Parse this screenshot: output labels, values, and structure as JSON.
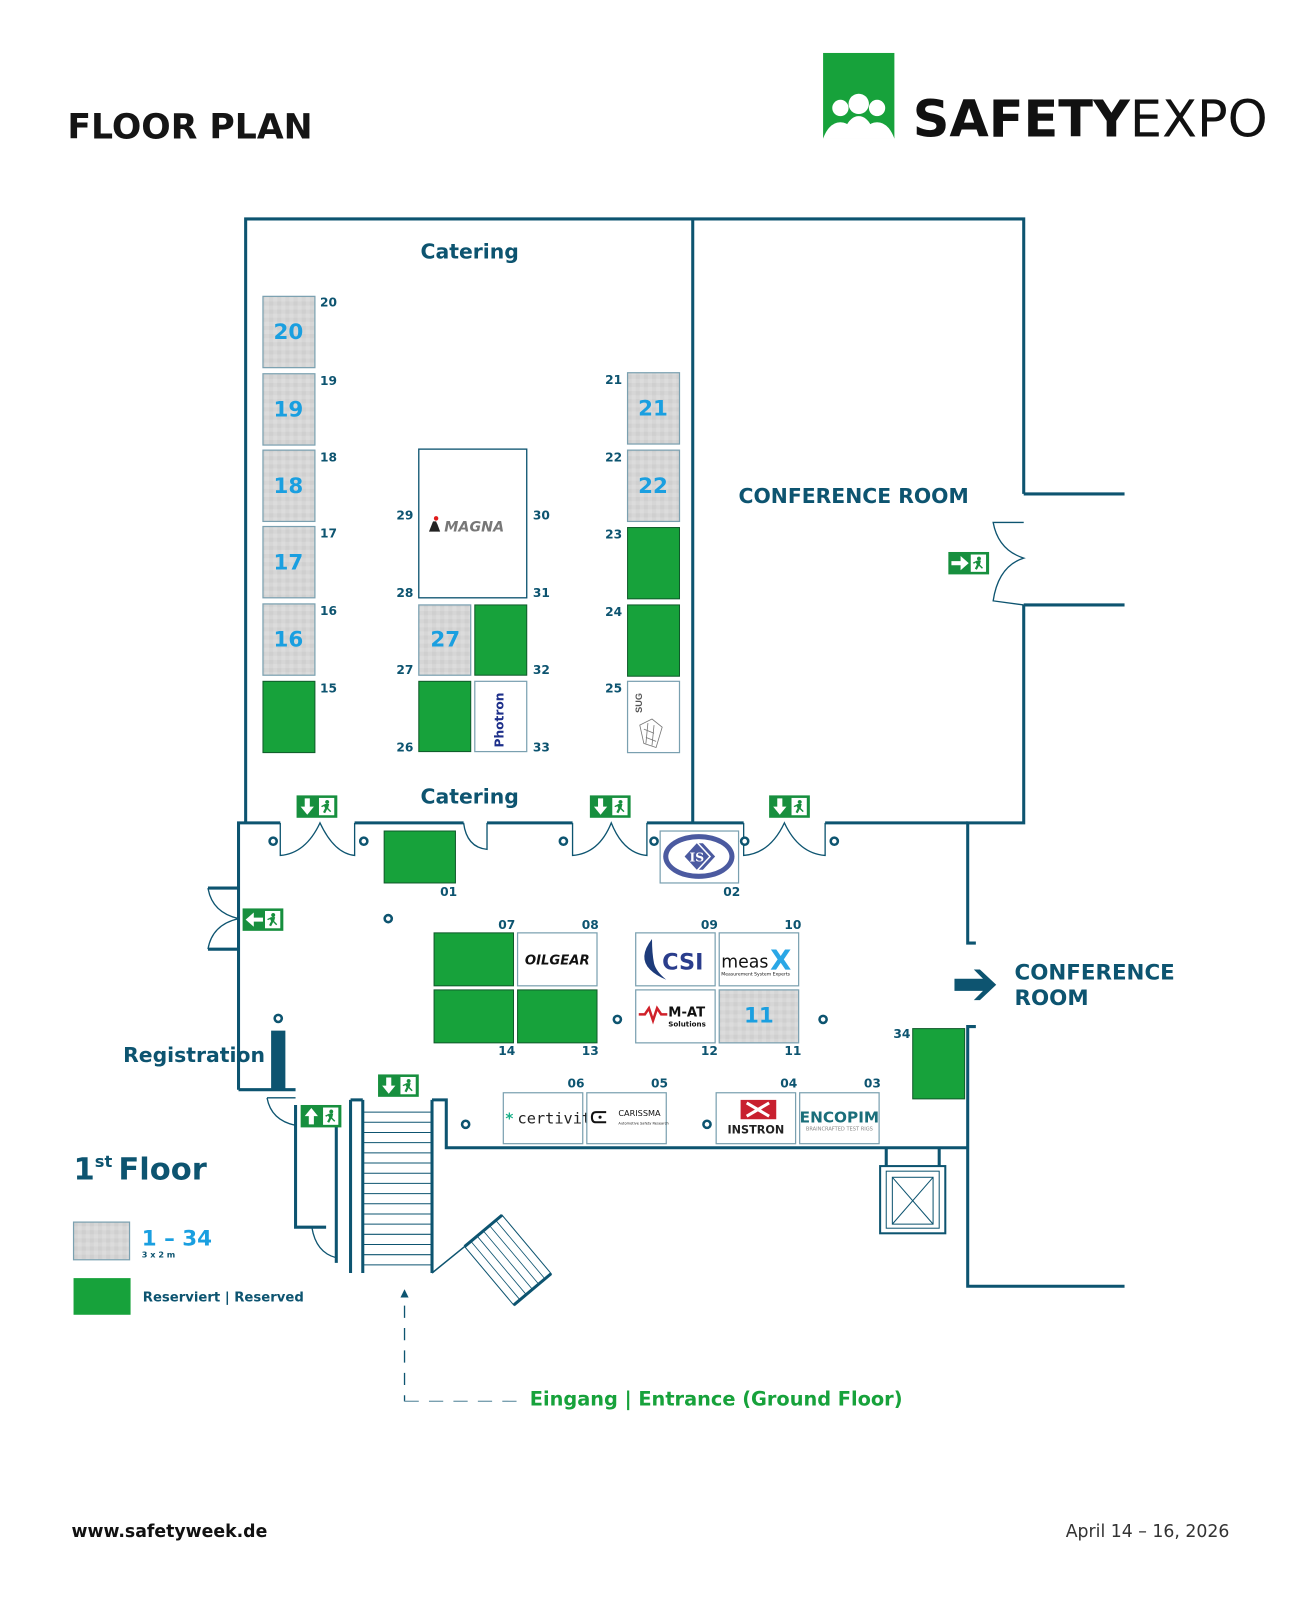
{
  "header": {
    "title": "FLOOR PLAN",
    "logo": {
      "bold": "SAFETY",
      "light": "EXPO",
      "icon": "people-group-icon",
      "brand_color": "#17a23b"
    }
  },
  "floor_label": {
    "number": "1",
    "suffix": "st",
    "word": "Floor"
  },
  "rooms": {
    "catering_top": "Catering",
    "catering_bottom": "Catering",
    "conference_room": "CONFERENCE ROOM",
    "conference_room_arrow_line1": "CONFERENCE",
    "conference_room_arrow_line2": "ROOM",
    "registration": "Registration"
  },
  "legend": {
    "free_range": "1 – 34",
    "free_size": "3 x 2 m",
    "reserved": "Reserviert | Reserved"
  },
  "entrance": "Eingang | Entrance (Ground Floor)",
  "footer": {
    "website": "www.safetyweek.de",
    "dates": "April 14 – 16, 2026"
  },
  "colors": {
    "wall": "#0d5470",
    "reserved": "#17a23b",
    "free_number": "#1a9fe0",
    "exit_sign": "#178f3e"
  },
  "booths": [
    {
      "id": "20",
      "status": "free",
      "big_label": "20"
    },
    {
      "id": "19",
      "status": "free",
      "big_label": "19"
    },
    {
      "id": "18",
      "status": "free",
      "big_label": "18"
    },
    {
      "id": "17",
      "status": "free",
      "big_label": "17"
    },
    {
      "id": "16",
      "status": "free",
      "big_label": "16"
    },
    {
      "id": "15",
      "status": "reserved"
    },
    {
      "id": "21",
      "status": "free",
      "big_label": "21"
    },
    {
      "id": "22",
      "status": "free",
      "big_label": "22"
    },
    {
      "id": "23",
      "status": "reserved"
    },
    {
      "id": "24",
      "status": "reserved"
    },
    {
      "id": "25",
      "status": "exhibitor",
      "exhibitor": "SUG"
    },
    {
      "id": "28-31",
      "status": "exhibitor",
      "exhibitor": "MAGNA",
      "corner_labels": [
        "29",
        "30",
        "28",
        "31"
      ]
    },
    {
      "id": "27",
      "status": "free",
      "big_label": "27"
    },
    {
      "id": "32",
      "status": "reserved"
    },
    {
      "id": "26",
      "status": "reserved"
    },
    {
      "id": "33",
      "status": "exhibitor",
      "exhibitor": "Photron"
    },
    {
      "id": "01",
      "status": "reserved"
    },
    {
      "id": "02",
      "status": "exhibitor",
      "exhibitor": "IS"
    },
    {
      "id": "07",
      "status": "reserved"
    },
    {
      "id": "08",
      "status": "exhibitor",
      "exhibitor": "OILGEAR"
    },
    {
      "id": "14",
      "status": "reserved"
    },
    {
      "id": "13",
      "status": "reserved"
    },
    {
      "id": "09",
      "status": "exhibitor",
      "exhibitor": "CSI"
    },
    {
      "id": "10",
      "status": "exhibitor",
      "exhibitor": "measX",
      "tagline": "Measurement System Experts"
    },
    {
      "id": "12",
      "status": "exhibitor",
      "exhibitor": "M-AT",
      "tagline": "Solutions"
    },
    {
      "id": "11",
      "status": "free",
      "big_label": "11"
    },
    {
      "id": "06",
      "status": "exhibitor",
      "exhibitor": "certivity"
    },
    {
      "id": "05",
      "status": "exhibitor",
      "exhibitor": "CARISSMA",
      "tagline": "Automotive Safety Research"
    },
    {
      "id": "04",
      "status": "exhibitor",
      "exhibitor": "INSTRON"
    },
    {
      "id": "03",
      "status": "exhibitor",
      "exhibitor": "ENCOPIM",
      "tagline": "BRAINCRAFTED TEST RIGS"
    },
    {
      "id": "34",
      "status": "reserved"
    }
  ]
}
